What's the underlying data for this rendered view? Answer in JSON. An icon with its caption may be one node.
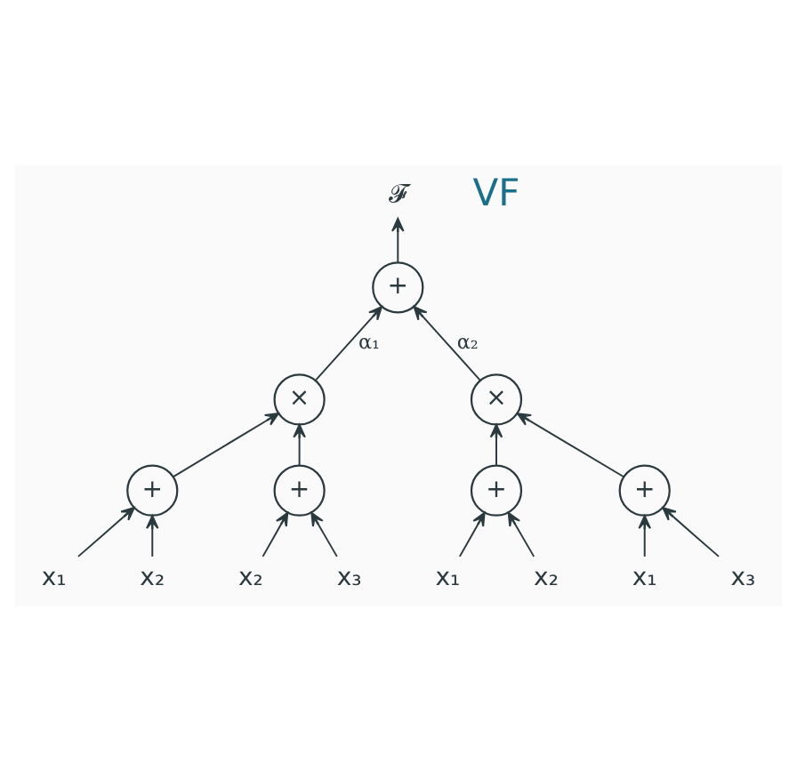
{
  "diagram": {
    "nodes": [
      {
        "text": [
          "𝓕"
        ]
      },
      {
        "text": [
          "+"
        ]
      },
      {
        "text": [
          "×"
        ]
      },
      {
        "text": [
          "×"
        ]
      },
      {
        "text": [
          "+"
        ]
      },
      {
        "text": [
          "+"
        ]
      },
      {
        "text": [
          "+"
        ]
      },
      {
        "text": [
          "+"
        ]
      },
      {
        "text": [
          "x₁"
        ]
      },
      {
        "text": [
          "x₂"
        ]
      },
      {
        "text": [
          "x₂"
        ]
      },
      {
        "text": [
          "x₃"
        ]
      },
      {
        "text": [
          "x₁"
        ]
      },
      {
        "text": [
          "x₂"
        ]
      },
      {
        "text": [
          "x₁"
        ]
      },
      {
        "text": [
          "x₃"
        ]
      }
    ],
    "edges": [
      {
        "from": 1,
        "to": 0,
        "arrow": "to"
      },
      {
        "from": 2,
        "to": 1,
        "arrow": "to",
        "label": "α₁"
      },
      {
        "from": 3,
        "to": 1,
        "arrow": "to",
        "label": "α₂"
      },
      {
        "from": 4,
        "to": 2,
        "arrow": "to"
      },
      {
        "from": 5,
        "to": 2,
        "arrow": "to"
      },
      {
        "from": 6,
        "to": 3,
        "arrow": "to"
      },
      {
        "from": 7,
        "to": 3,
        "arrow": "to"
      },
      {
        "from": 8,
        "to": 4,
        "arrow": "to"
      },
      {
        "from": 9,
        "to": 4,
        "arrow": "to"
      },
      {
        "from": 10,
        "to": 5,
        "arrow": "to"
      },
      {
        "from": 11,
        "to": 5,
        "arrow": "to"
      },
      {
        "from": 12,
        "to": 6,
        "arrow": "to"
      },
      {
        "from": 13,
        "to": 6,
        "arrow": "to"
      },
      {
        "from": 14,
        "to": 7,
        "arrow": "to"
      },
      {
        "from": 15,
        "to": 7,
        "arrow": "to"
      }
    ],
    "labels": [
      "VF"
    ]
  }
}
